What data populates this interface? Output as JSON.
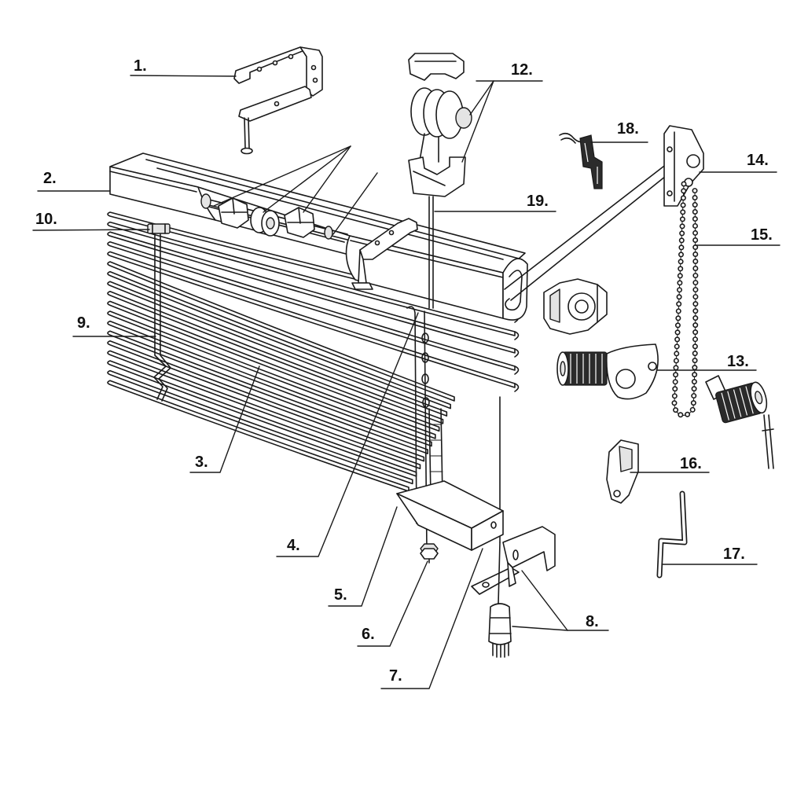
{
  "labels": {
    "n1": "1.",
    "n2": "2.",
    "n3": "3.",
    "n4": "4.",
    "n5": "5.",
    "n6": "6.",
    "n7": "7.",
    "n8": "8.",
    "n9": "9.",
    "n10": "10.",
    "n12": "12.",
    "n13": "13.",
    "n14": "14.",
    "n15": "15.",
    "n16": "16.",
    "n17": "17.",
    "n18": "18.",
    "n19": "19."
  },
  "colors": {
    "line": "#1a1a1a",
    "background": "#ffffff"
  }
}
